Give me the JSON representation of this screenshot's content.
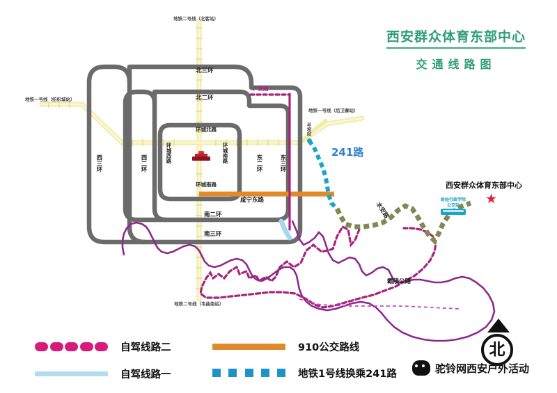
{
  "title": {
    "main": "西安群众体育东部中心",
    "sub": "交通线路图"
  },
  "destination": {
    "label": "西安群众体育东部中心",
    "marker": "★",
    "marker_color": "#e0223c"
  },
  "bus_station": {
    "line1": "财经行政学院",
    "line2": "公交站",
    "icon": "bus-icon"
  },
  "route_labels": {
    "bus_241": "241路",
    "bus_241_color": "#2f7fd4"
  },
  "metro_labels": [
    {
      "id": "metro-line2-north",
      "text": "地铁二号线（北客站）"
    },
    {
      "id": "metro-line1-west",
      "text": "地铁一号线（纺织城站）"
    },
    {
      "id": "metro-line1-east",
      "text": "地铁一号线（后卫寨站）"
    },
    {
      "id": "metro-line2-south",
      "text": "地铁二号线（韦曲南站）"
    },
    {
      "id": "station-banpo",
      "text": "半坡站"
    }
  ],
  "road_labels": [
    {
      "id": "bei-san-huan",
      "text": "北三环"
    },
    {
      "id": "bei-er-huan",
      "text": "北二环"
    },
    {
      "id": "huan-cheng-bei-lu",
      "text": "环城北路"
    },
    {
      "id": "huan-cheng-xi-lu",
      "text": "环城西路"
    },
    {
      "id": "huan-cheng-nan-lu-v",
      "text": "环城南路"
    },
    {
      "id": "huan-cheng-nan-lu-h",
      "text": "环城南路"
    },
    {
      "id": "xi-san-huan",
      "text": "西三环"
    },
    {
      "id": "xi-er-huan",
      "text": "西二环"
    },
    {
      "id": "dong-er-huan",
      "text": "东二环"
    },
    {
      "id": "dong-san-huan",
      "text": "东三环"
    },
    {
      "id": "nan-er-huan",
      "text": "南二环"
    },
    {
      "id": "nan-san-huan",
      "text": "南三环"
    },
    {
      "id": "guang-an-lu",
      "text": "广安路"
    },
    {
      "id": "xian-ning-dong-lu",
      "text": "咸宁东路"
    },
    {
      "id": "shui-an-lu",
      "text": "水安路"
    },
    {
      "id": "ba-ling-gong-lu",
      "text": "霸陵公路"
    }
  ],
  "legend": {
    "items": [
      {
        "id": "drive-route-2",
        "label": "自驾线路二",
        "style": "dots",
        "color": "#d81b7a"
      },
      {
        "id": "drive-route-1",
        "label": "自驾线路一",
        "style": "solid-blue",
        "color": "#b3dcf0"
      },
      {
        "id": "bus-910",
        "label": "910公交路线",
        "style": "solid-orange",
        "color": "#e08a2e"
      },
      {
        "id": "metro1-to-241",
        "label": "地铁1号线换乘241路",
        "style": "squares",
        "color": "#1f93c4"
      }
    ]
  },
  "compass": {
    "label": "北",
    "icon": "north-arrow-icon"
  },
  "watermark": {
    "text": "驼铃网西安户外活动",
    "icon": "wechat-icon"
  },
  "colors": {
    "ring_road": "#6b6b6b",
    "metro_yellow": "#f2ecaa",
    "bus_910": "#e08a2e",
    "route_magenta": "#a6247c",
    "route_lightblue": "#a9d6ef",
    "route_dashed_blue": "#18a6c4",
    "route_olive": "#7e8a52",
    "title_green": "#2e9c7a"
  }
}
